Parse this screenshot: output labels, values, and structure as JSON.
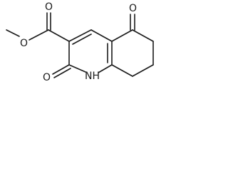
{
  "structure": {
    "atoms": {
      "ester_alkoxy_oxygen": "O",
      "ester_carbonyl_oxygen": "O",
      "ketone_oxygen": "O",
      "lactam_oxygen": "O",
      "ring_nitrogen": "NH"
    }
  },
  "colors": {
    "bond": "#1a1a1a",
    "background": "#ffffff"
  }
}
